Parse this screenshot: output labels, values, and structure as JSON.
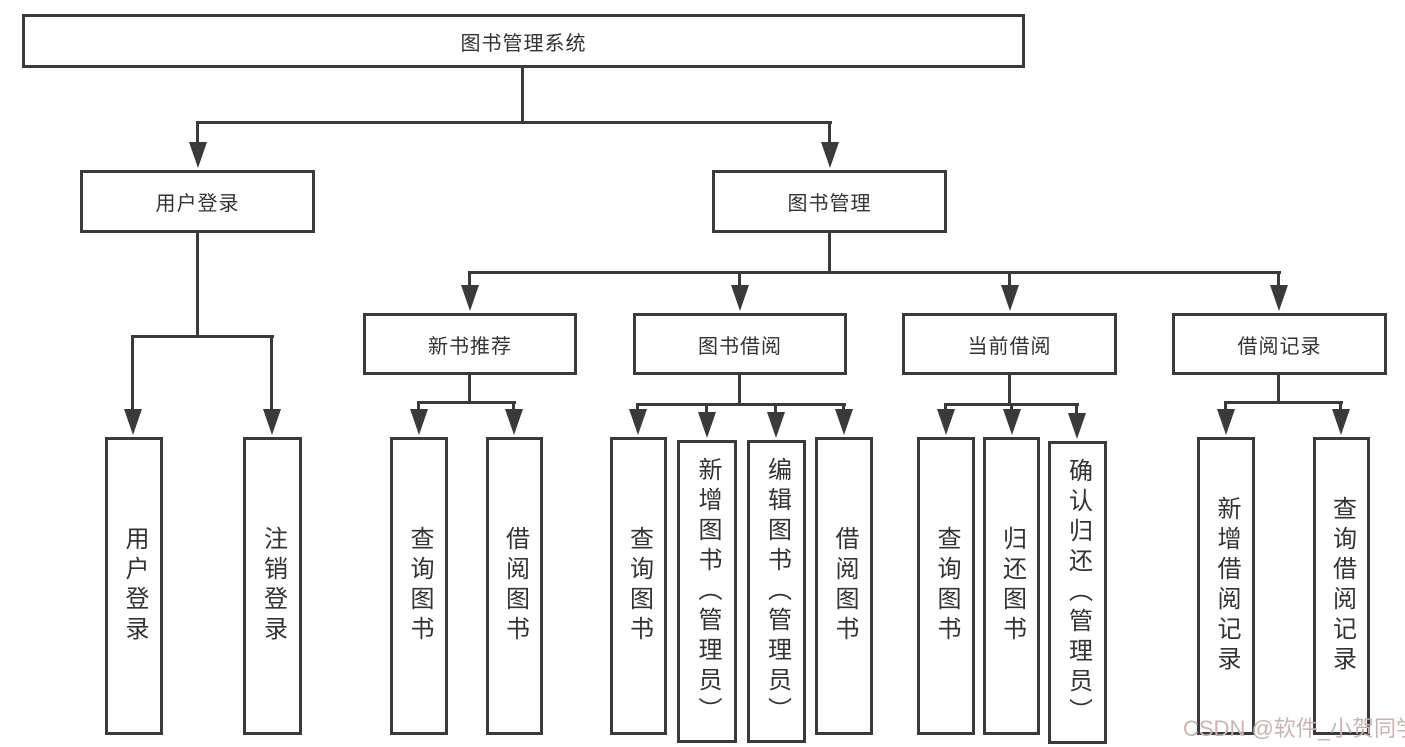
{
  "tree": {
    "root": {
      "label": "图书管理系统"
    },
    "user_login": {
      "label": "用户登录",
      "children": [
        {
          "label": "用户登录"
        },
        {
          "label": "注销登录"
        }
      ]
    },
    "book_manage": {
      "label": "图书管理",
      "sections": [
        {
          "label": "新书推荐",
          "children": [
            {
              "label": "查询图书"
            },
            {
              "label": "借阅图书"
            }
          ]
        },
        {
          "label": "图书借阅",
          "children": [
            {
              "label": "查询图书"
            },
            {
              "label": "新增图书（管理员）"
            },
            {
              "label": "编辑图书（管理员）"
            },
            {
              "label": "借阅图书"
            }
          ]
        },
        {
          "label": "当前借阅",
          "children": [
            {
              "label": "查询图书"
            },
            {
              "label": "归还图书"
            },
            {
              "label": "确认归还（管理员）"
            }
          ]
        },
        {
          "label": "借阅记录",
          "children": [
            {
              "label": "新增借阅记录"
            },
            {
              "label": "查询借阅记录"
            }
          ]
        }
      ]
    }
  },
  "watermark": {
    "text": "CSDN @软件_小贺同学",
    "color": "#c8b4b4"
  },
  "colors": {
    "line": "#3a3a3a",
    "text": "#333333",
    "background": "#ffffff",
    "box_fill": "#ffffff"
  }
}
